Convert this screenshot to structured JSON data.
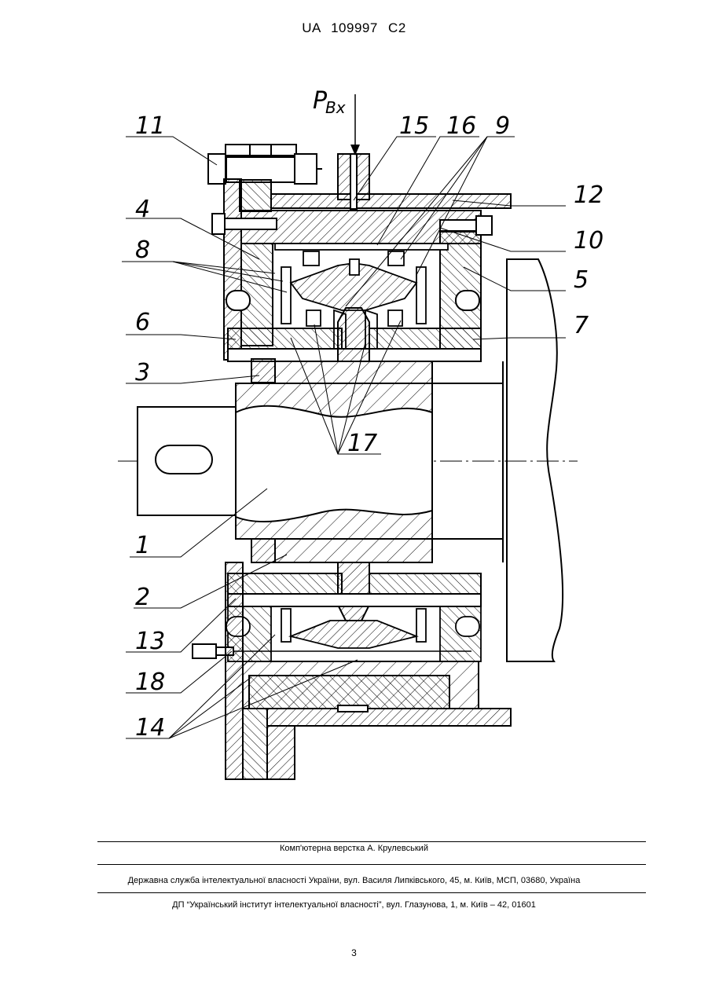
{
  "header": {
    "patent_id": "UA   109997   C2"
  },
  "drawing": {
    "input_label_main": "P",
    "input_label_sub": "Bx",
    "labels": {
      "n1": "1",
      "n2": "2",
      "n3": "3",
      "n4": "4",
      "n5": "5",
      "n6": "6",
      "n7": "7",
      "n8": "8",
      "n9": "9",
      "n10": "10",
      "n11": "11",
      "n12": "12",
      "n13": "13",
      "n14": "14",
      "n15": "15",
      "n16": "16",
      "n17": "17",
      "n18": "18"
    }
  },
  "footer": {
    "layout_credit": "Комп'ютерна верстка А. Крулевський",
    "agency": "Державна служба інтелектуальної власності України, вул. Василя Липківського, 45, м. Київ, МСП, 03680, Україна",
    "institute": "ДП “Український інститут інтелектуальної власності”, вул. Глазунова, 1, м. Київ – 42, 01601"
  },
  "page_number": "3"
}
